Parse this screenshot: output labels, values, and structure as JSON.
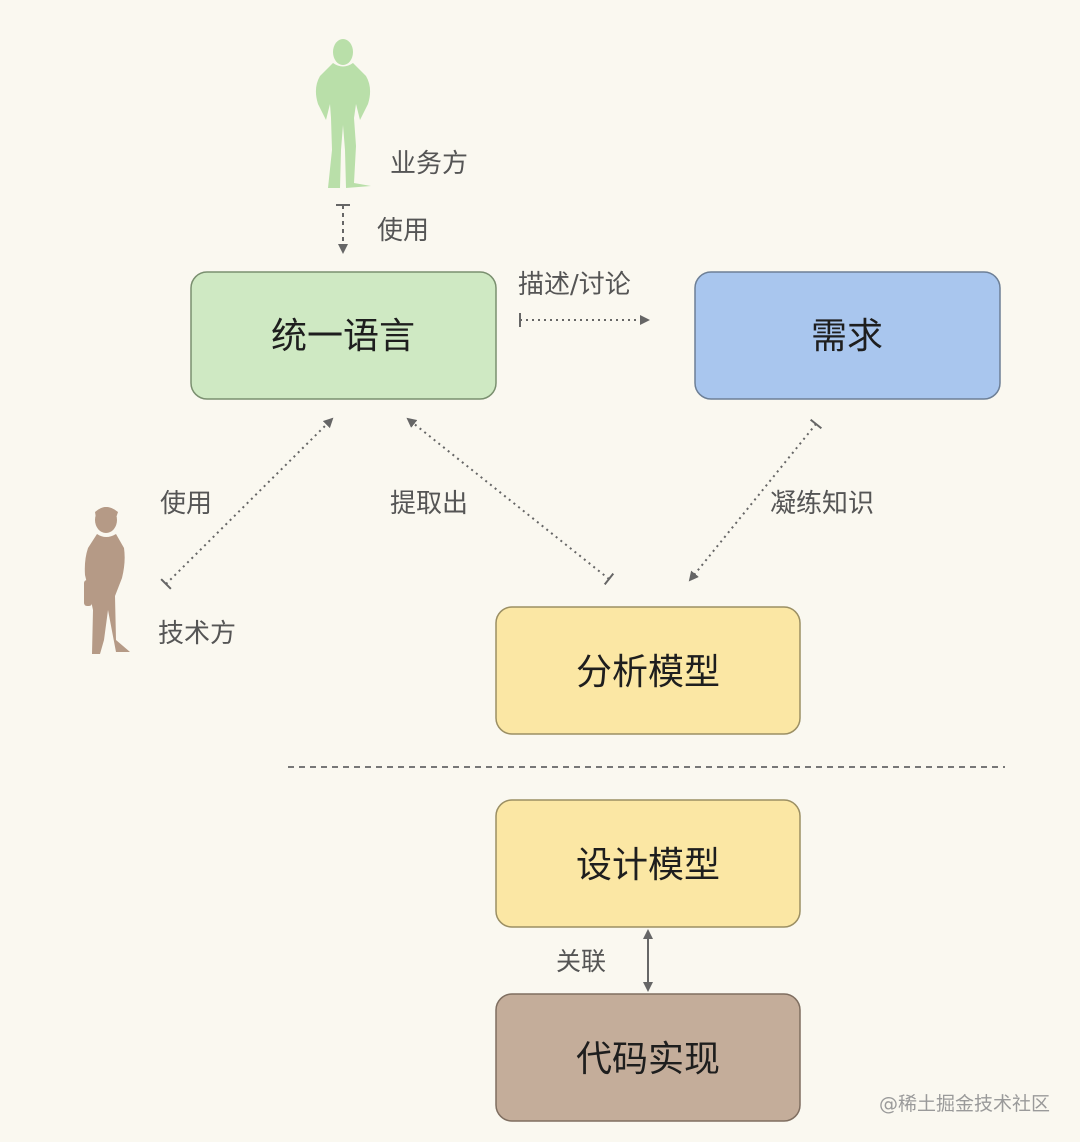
{
  "actors": {
    "business": {
      "label": "业务方",
      "color": "#b9dfa9"
    },
    "tech": {
      "label": "技术方",
      "color": "#b59a86"
    }
  },
  "boxes": {
    "ubiquitous_language": {
      "label": "统一语言",
      "fill": "#cfe9c3",
      "stroke": "#7a8f6f"
    },
    "requirements": {
      "label": "需求",
      "fill": "#a9c6ee",
      "stroke": "#6d7f96"
    },
    "analysis_model": {
      "label": "分析模型",
      "fill": "#fbe7a4",
      "stroke": "#9b8f63"
    },
    "design_model": {
      "label": "设计模型",
      "fill": "#fbe7a4",
      "stroke": "#9b8f63"
    },
    "code_implementation": {
      "label": "代码实现",
      "fill": "#c4ad9a",
      "stroke": "#7f6e60"
    }
  },
  "edges": {
    "business_uses": "使用",
    "describe_discuss": "描述/讨论",
    "tech_uses": "使用",
    "extract": "提取出",
    "refine_knowledge": "凝练知识",
    "associate": "关联"
  },
  "watermark": "@稀土掘金技术社区"
}
